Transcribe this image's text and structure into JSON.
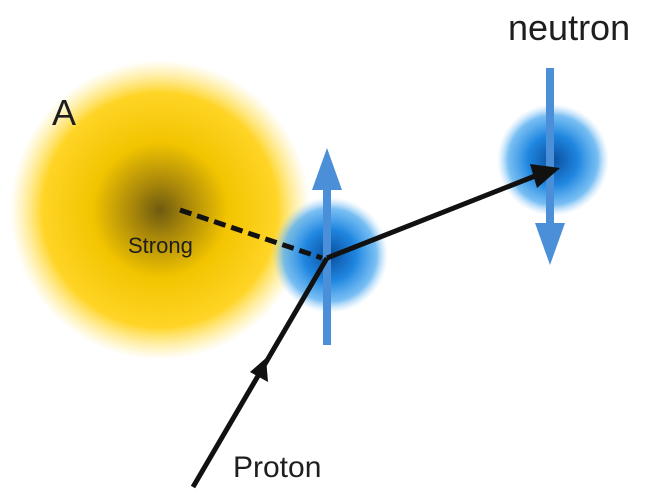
{
  "labels": {
    "nucleus": "A",
    "neutron": "neutron",
    "strong": "Strong",
    "proton": "Proton"
  },
  "colors": {
    "nucleus_center": "#6e5a10",
    "nucleus_mid": "#f2c400",
    "nucleus_edge": "#ffe25a",
    "particle_center": "#0a4f9e",
    "particle_mid": "#1f86e0",
    "spin_arrow": "#4a8fd8",
    "track": "#111111"
  }
}
